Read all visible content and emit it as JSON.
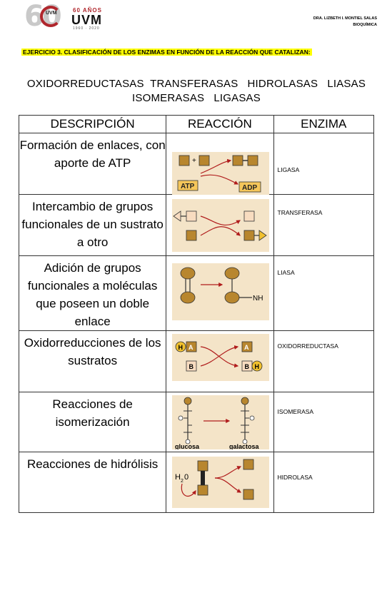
{
  "header": {
    "logo_sixty": "60",
    "logo_small_uvm": "UVM",
    "logo_anos": "60 AÑOS",
    "logo_uvm": "UVM",
    "logo_years": "1960 · 2020",
    "author_line1": "DRA. LIZBETH I. MONTIEL SALAS",
    "author_line2": "BIOQUÍMICA"
  },
  "exercise_title": "EJERCICIO 3. CLASIFICACIÓN DE LOS ENZIMAS EN FUNCIÓN DE LA REACCIÓN QUE CATALIZAN:",
  "classes_line1": "OXIDORREDUCTASAS  TRANSFERASAS   HIDROLASAS   LIASAS",
  "classes_line2": "ISOMERASAS   LIGASAS",
  "table": {
    "headers": [
      "DESCRIPCIÓN",
      "REACCIÓN",
      "ENZIMA"
    ],
    "rows": [
      {
        "description": "Formación de enlaces, con aporte de ATP",
        "enzyme": "LIGASA",
        "diagram_labels": [
          "ATP",
          "ADP",
          "+"
        ]
      },
      {
        "description": "Intercambio de grupos funcionales de un sustrato a otro",
        "enzyme": "TRANSFERASA"
      },
      {
        "description": "Adición de grupos funcionales a moléculas que poseen un doble enlace",
        "enzyme": "LIASA",
        "diagram_labels": [
          "NH"
        ]
      },
      {
        "description": "Oxidorreducciones de los sustratos",
        "enzyme": "OXIDORREDUCTASA",
        "diagram_labels": [
          "H",
          "A",
          "B",
          "A",
          "B",
          "H"
        ]
      },
      {
        "description": "Reacciones de isomerización",
        "enzyme": "ISOMERASA",
        "diagram_labels": [
          "glucosa",
          "galactosa"
        ]
      },
      {
        "description": "Reacciones de hidrólisis",
        "enzyme": "HIDROLASA",
        "diagram_labels": [
          "H",
          "2",
          "0"
        ]
      }
    ]
  },
  "colors": {
    "highlight": "#ffff00",
    "diagram_bg": "#f4e4c8",
    "box_brown": "#b8862e",
    "box_light": "#f8dcc0",
    "arrow_red": "#b01c1c",
    "label_box": "#f5c65a",
    "triangle_yellow": "#f2c12e",
    "brand_red": "#b0272d"
  }
}
